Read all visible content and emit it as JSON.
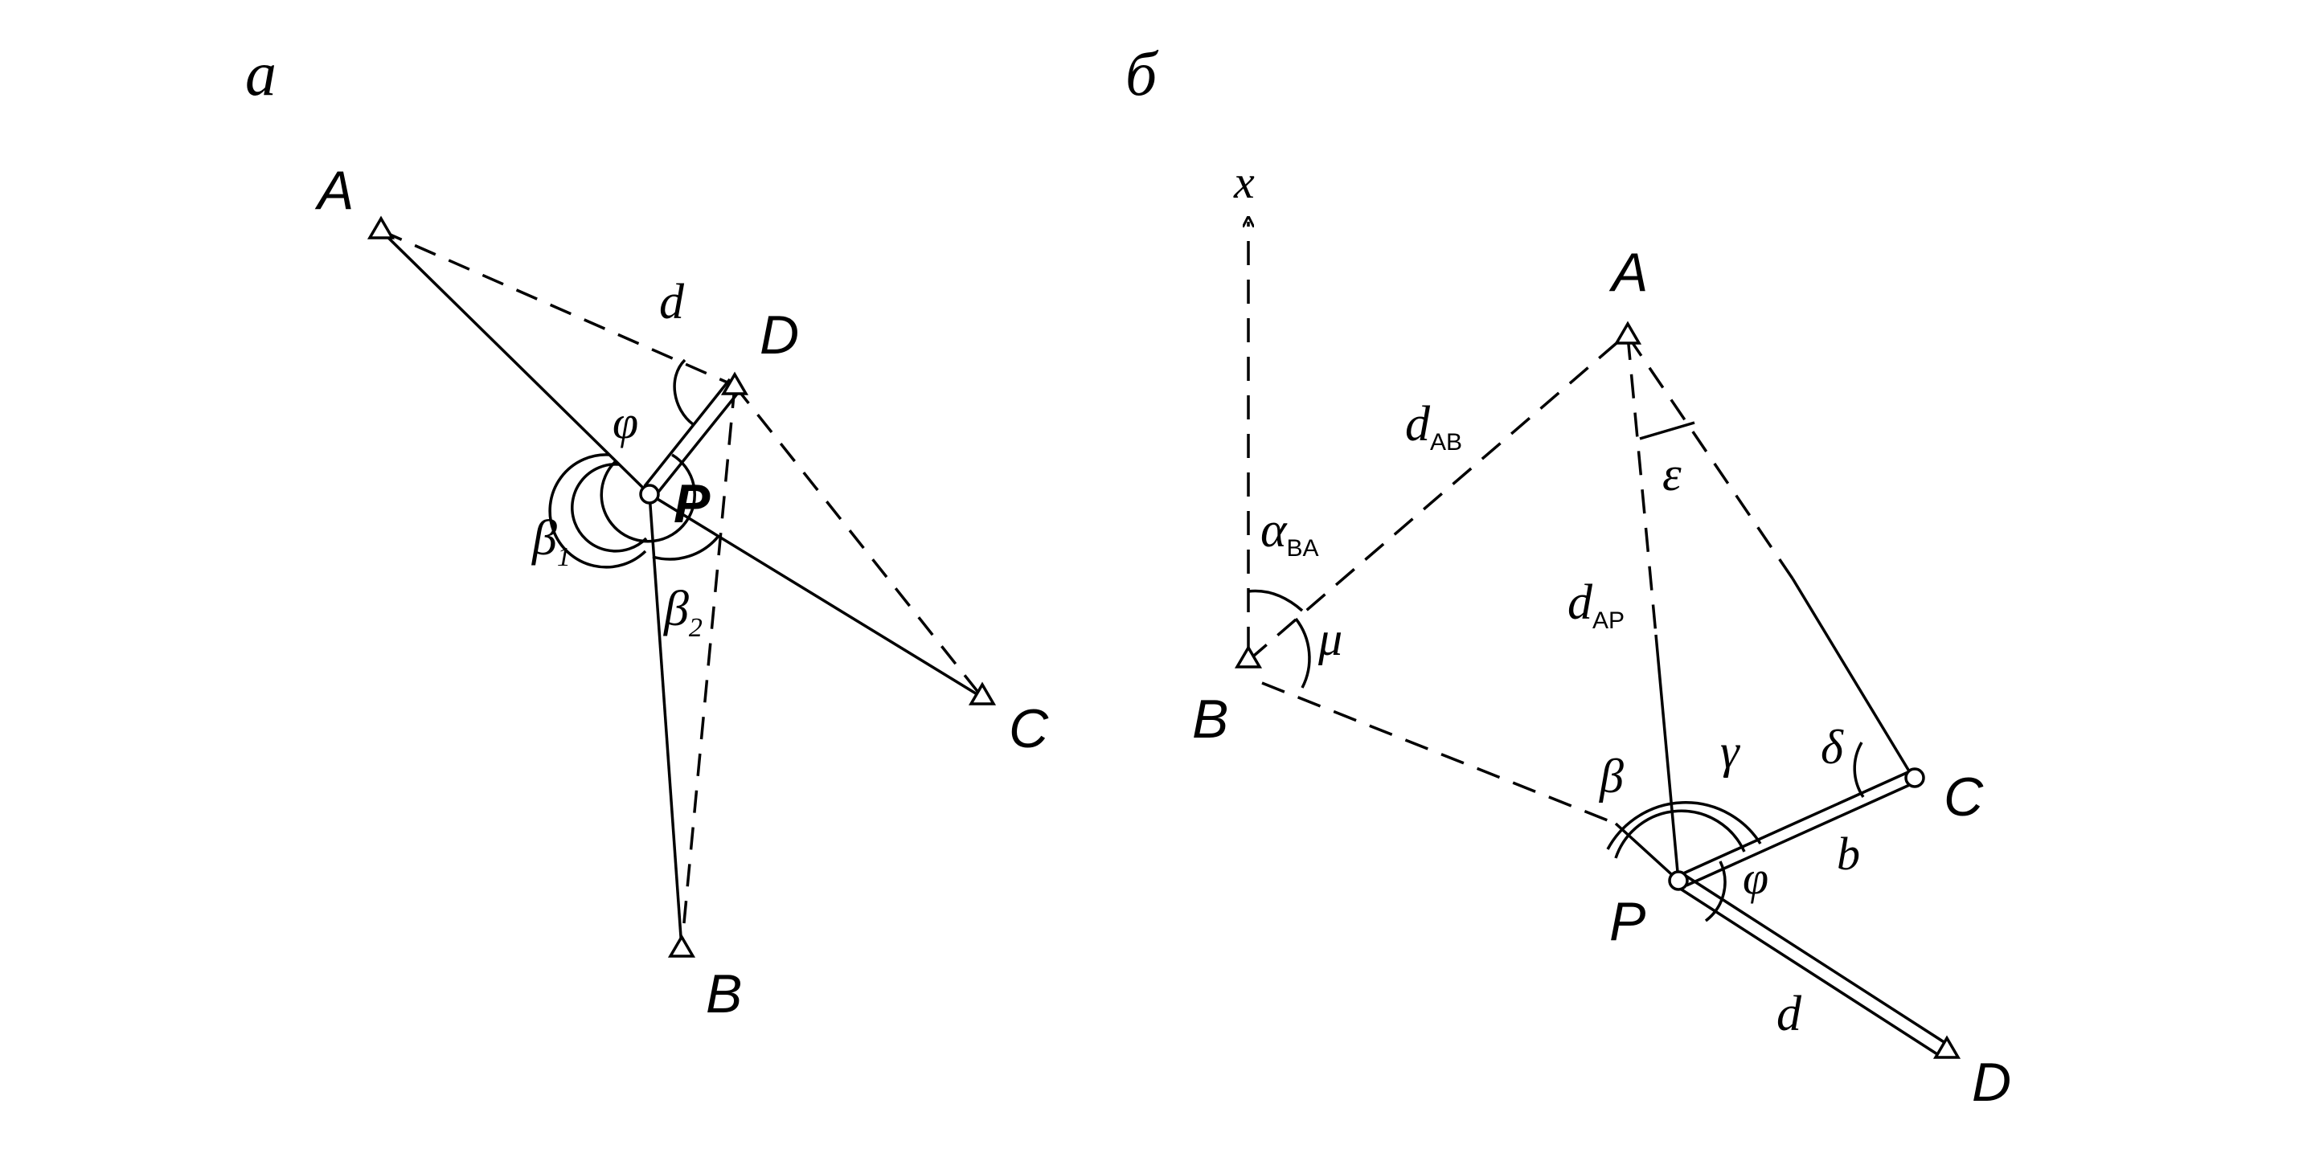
{
  "panel_a": {
    "caption": "а",
    "points": {
      "A": "A",
      "B": "B",
      "C": "C",
      "D": "D",
      "P": "P"
    },
    "angles": {
      "phi": "φ",
      "beta1": "β",
      "beta1_sub": "1",
      "beta2": "β",
      "beta2_sub": "2"
    },
    "distance": "d"
  },
  "panel_b": {
    "caption": "б",
    "axis": "x",
    "points": {
      "A": "A",
      "B": "B",
      "C": "C",
      "D": "D",
      "P": "P"
    },
    "angles": {
      "alpha": "α",
      "alpha_sub": "BA",
      "mu": "μ",
      "epsilon": "ε",
      "beta": "β",
      "gamma": "γ",
      "delta": "δ",
      "phi": "φ"
    },
    "distances": {
      "dAB": "d",
      "dAB_sub": "AB",
      "dAP": "d",
      "dAP_sub": "AP",
      "b": "b",
      "d": "d"
    }
  }
}
